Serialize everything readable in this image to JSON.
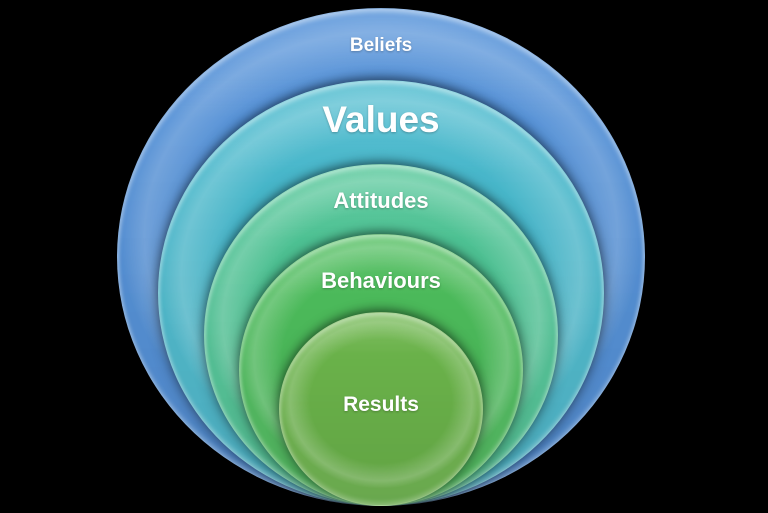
{
  "diagram": {
    "type": "nested-circles",
    "background_color": "#000000",
    "text_color": "#ffffff",
    "layers": [
      {
        "label": "Beliefs",
        "color": "#4e8ed8"
      },
      {
        "label": "Values",
        "color": "#49bace"
      },
      {
        "label": "Attitudes",
        "color": "#4fc596"
      },
      {
        "label": "Behaviours",
        "color": "#4dbd5c"
      },
      {
        "label": "Results",
        "color": "#6cb54b"
      }
    ]
  }
}
